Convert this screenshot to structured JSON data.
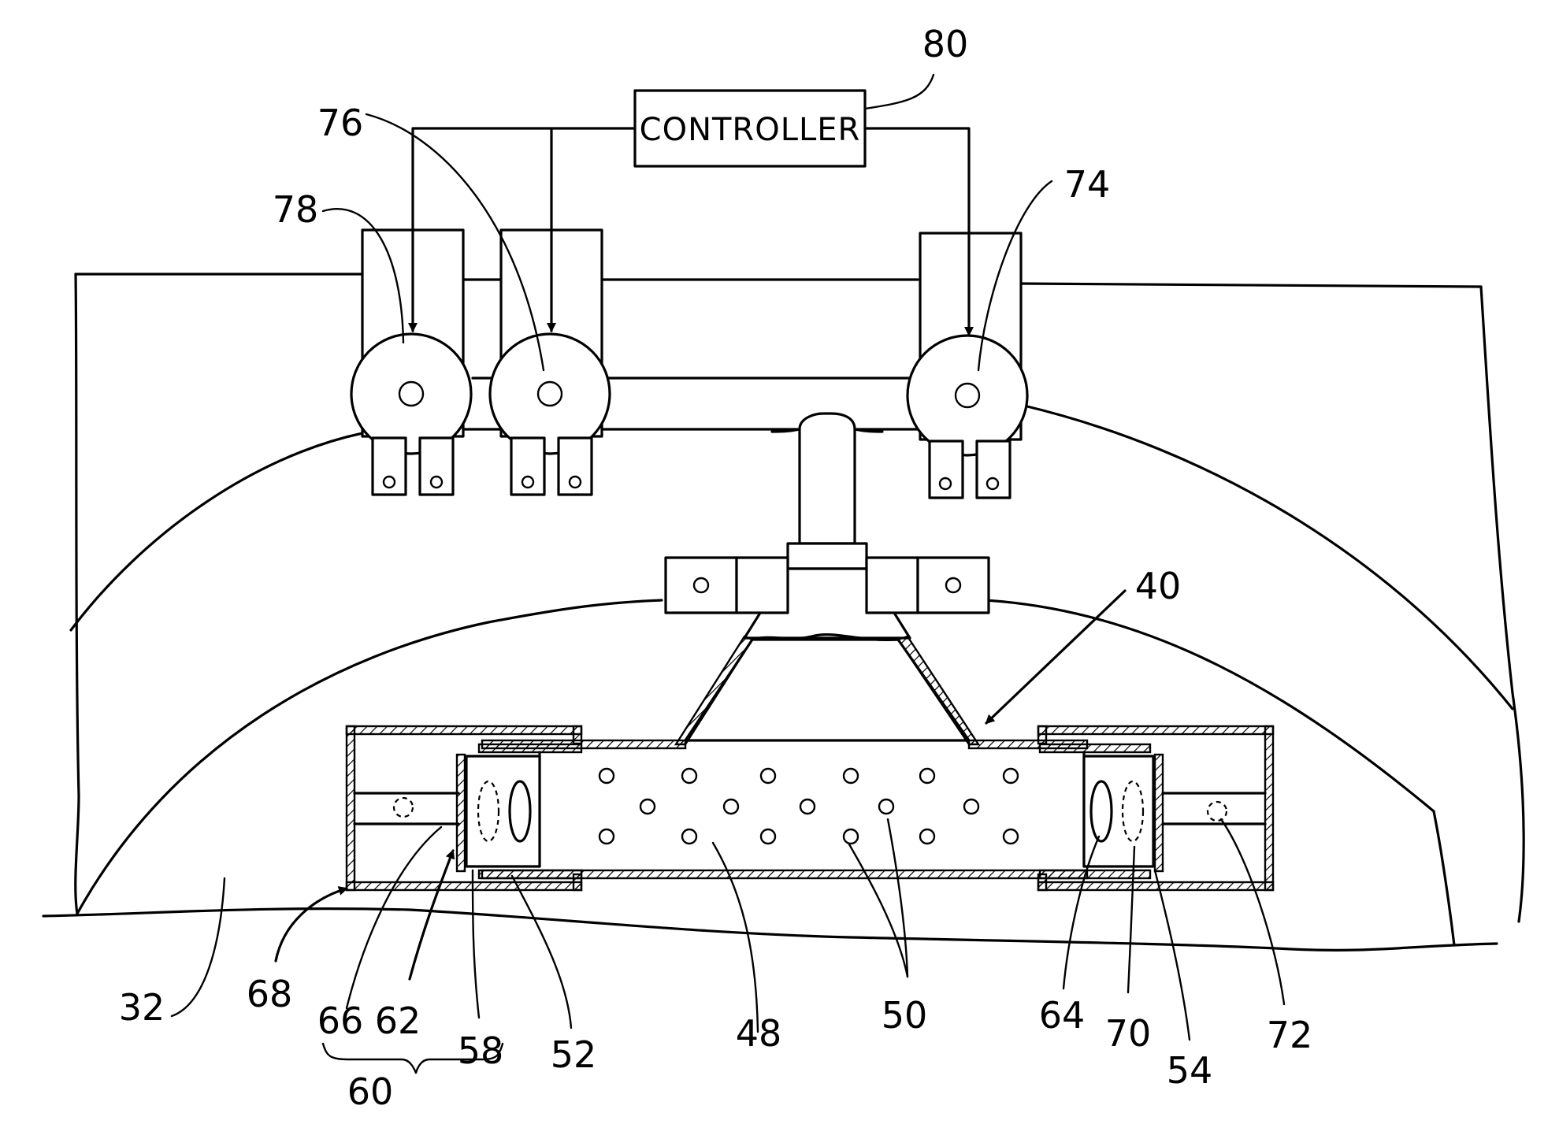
{
  "controller": {
    "label": "CONTROLLER"
  },
  "refs": {
    "r80": "80",
    "r76": "76",
    "r74": "74",
    "r78": "78",
    "r40": "40",
    "r32": "32",
    "r68": "68",
    "r66": "66",
    "r62": "62",
    "r60": "60",
    "r58": "58",
    "r52": "52",
    "r48": "48",
    "r50": "50",
    "r64": "64",
    "r70": "70",
    "r54": "54",
    "r72": "72"
  },
  "colors": {
    "line": "#000000",
    "background": "#ffffff"
  }
}
